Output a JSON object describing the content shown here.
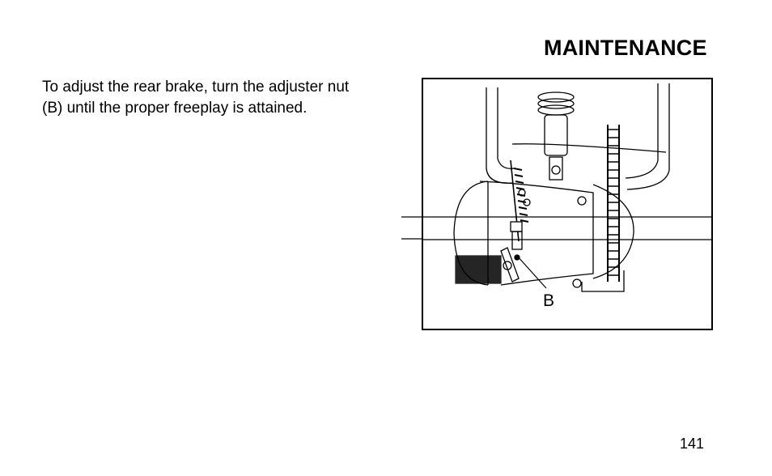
{
  "page": {
    "section_title": "MAINTENANCE",
    "body_lines": [
      "To adjust the rear brake, turn the adjuster nut",
      "(B) until the proper freeplay is attained."
    ],
    "page_number": "141"
  },
  "figure": {
    "callout_label": "B"
  }
}
